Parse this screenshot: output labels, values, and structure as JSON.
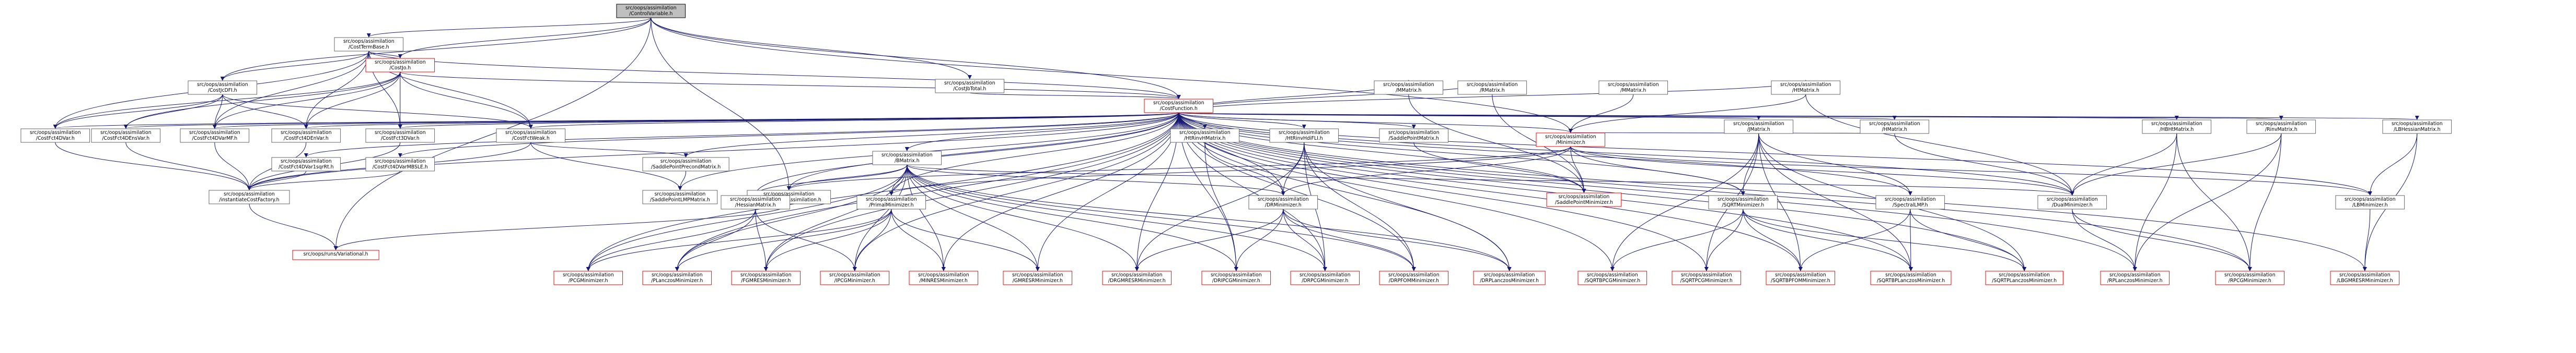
{
  "nodes": [
    {
      "id": "cv",
      "lines": [
        "src/oops/assimilation",
        "/ControlVariable.h"
      ],
      "focus": true
    },
    {
      "id": "ctb",
      "lines": [
        "src/oops/assimilation",
        "/CostTermBase.h"
      ]
    },
    {
      "id": "cj",
      "lines": [
        "src/oops/assimilation",
        "/CostJo.h"
      ],
      "red": true
    },
    {
      "id": "cjt",
      "lines": [
        "src/oops/assimilation",
        "/CostJbTotal.h"
      ]
    },
    {
      "id": "cjcf",
      "lines": [
        "src/oops/assimilation",
        "/CostJcDFI.h"
      ]
    },
    {
      "id": "cf",
      "lines": [
        "src/oops/assimilation",
        "/CostFunction.h"
      ],
      "red": true
    },
    {
      "id": "f4dv",
      "lines": [
        "src/oops/assimilation",
        "/CostFct4DVar.h"
      ]
    },
    {
      "id": "f4de",
      "lines": [
        "src/oops/assimilation",
        "/CostFct4DEnsVar.h"
      ]
    },
    {
      "id": "f4dvm",
      "lines": [
        "src/oops/assimilation",
        "/CostFct4DVarMF.h"
      ]
    },
    {
      "id": "f4db",
      "lines": [
        "src/oops/assimilation",
        "/CostFct4DEnVar.h"
      ]
    },
    {
      "id": "f3d",
      "lines": [
        "src/oops/assimilation",
        "/CostFct3DVar.h"
      ]
    },
    {
      "id": "fw",
      "lines": [
        "src/oops/assimilation",
        "/CostFctWeak.h"
      ]
    },
    {
      "id": "f4d1",
      "lines": [
        "src/oops/assimilation",
        "/CostFct4DVar1sqrRt.h"
      ]
    },
    {
      "id": "f4ddl",
      "lines": [
        "src/oops/assimilation",
        "/CostFct4DVarMBSLE.h"
      ]
    },
    {
      "id": "ifac",
      "lines": [
        "src/oops/assimilation",
        "/instantiateCostFactory.h"
      ]
    },
    {
      "id": "var",
      "lines": [
        "src/oops/runs/Variational.h"
      ],
      "red": true
    },
    {
      "id": "spcm",
      "lines": [
        "src/oops/assimilation",
        "/SaddlePointPrecondMatrix.h"
      ]
    },
    {
      "id": "splm",
      "lines": [
        "src/oops/assimilation",
        "/SaddlePointLMPMatrix.h"
      ]
    },
    {
      "id": "ia",
      "lines": [
        "src/oops/assimilation",
        "/IncrementalAssimilation.h"
      ]
    },
    {
      "id": "bm",
      "lines": [
        "src/oops/assimilation",
        "/BMatrix.h"
      ]
    },
    {
      "id": "hhm",
      "lines": [
        "src/oops/assimilation",
        "/HtRinvHMatrix.h"
      ]
    },
    {
      "id": "hfl",
      "lines": [
        "src/oops/assimilation",
        "/HtRinvHdiFLI.h"
      ]
    },
    {
      "id": "hm",
      "lines": [
        "src/oops/assimilation",
        "/HessianMatrix.h"
      ]
    },
    {
      "id": "pm",
      "lines": [
        "src/oops/assimilation",
        "/PrimalMinimizer.h"
      ]
    },
    {
      "id": "drm",
      "lines": [
        "src/oops/assimilation",
        "/DRMinimizer.h"
      ]
    },
    {
      "id": "spm",
      "lines": [
        "src/oops/assimilation",
        "/SaddlePointMatrix.h"
      ]
    },
    {
      "id": "mm",
      "lines": [
        "src/oops/assimilation",
        "/MMatrix.h"
      ]
    },
    {
      "id": "rm",
      "lines": [
        "src/oops/assimilation",
        "/RMatrix.h"
      ]
    },
    {
      "id": "min",
      "lines": [
        "src/oops/assimilation",
        "/Minimizer.h"
      ],
      "red": true
    },
    {
      "id": "spmin",
      "lines": [
        "src/oops/assimilation",
        "/SaddlePointMinimizer.h"
      ],
      "red": true
    },
    {
      "id": "mtx",
      "lines": [
        "src/oops/assimilation",
        "/MMatrix.h"
      ]
    },
    {
      "id": "jm",
      "lines": [
        "src/oops/assimilation",
        "/JMatrix.h"
      ]
    },
    {
      "id": "hmx",
      "lines": [
        "src/oops/assimilation",
        "/HMatrix.h"
      ]
    },
    {
      "id": "htm",
      "lines": [
        "src/oops/assimilation",
        "/HtMatrix.h"
      ]
    },
    {
      "id": "sqm",
      "lines": [
        "src/oops/assimilation",
        "/SQRTMinimizer.h"
      ]
    },
    {
      "id": "slm",
      "lines": [
        "src/oops/assimilation",
        "/SpectralLMP.h"
      ]
    },
    {
      "id": "dm",
      "lines": [
        "src/oops/assimilation",
        "/DualMinimizer.h"
      ]
    },
    {
      "id": "hbh",
      "lines": [
        "src/oops/assimilation",
        "/HBHtMatrix.h"
      ]
    },
    {
      "id": "rinv",
      "lines": [
        "src/oops/assimilation",
        "/RinvMatrix.h"
      ]
    },
    {
      "id": "lbhm",
      "lines": [
        "src/oops/assimilation",
        "/LBHessianMatrix.h"
      ]
    },
    {
      "id": "lbm",
      "lines": [
        "src/oops/assimilation",
        "/LBMinimizer.h"
      ]
    },
    {
      "id": "pcg",
      "lines": [
        "src/oops/assimilation",
        "/PCGMinimizer.h"
      ],
      "red": true
    },
    {
      "id": "plz",
      "lines": [
        "src/oops/assimilation",
        "/PLanczosMinimizer.h"
      ],
      "red": true
    },
    {
      "id": "fgm",
      "lines": [
        "src/oops/assimilation",
        "/FGMRESMinimizer.h"
      ],
      "red": true
    },
    {
      "id": "ipcg",
      "lines": [
        "src/oops/assimilation",
        "/IPCGMinimizer.h"
      ],
      "red": true
    },
    {
      "id": "minr",
      "lines": [
        "src/oops/assimilation",
        "/MINRESMinimizer.h"
      ],
      "red": true
    },
    {
      "id": "gmr",
      "lines": [
        "src/oops/assimilation",
        "/GMRESRMinimizer.h"
      ],
      "red": true
    },
    {
      "id": "drg",
      "lines": [
        "src/oops/assimilation",
        "/DRGMRESRMinimizer.h"
      ],
      "red": true
    },
    {
      "id": "dripcg",
      "lines": [
        "src/oops/assimilation",
        "/DRIPCGMinimizer.h"
      ],
      "red": true
    },
    {
      "id": "drpcg",
      "lines": [
        "src/oops/assimilation",
        "/DRPCGMinimizer.h"
      ],
      "red": true
    },
    {
      "id": "drpfom",
      "lines": [
        "src/oops/assimilation",
        "/DRPFOMMinimizer.h"
      ],
      "red": true
    },
    {
      "id": "drplz",
      "lines": [
        "src/oops/assimilation",
        "/DRPLanczosMinimizer.h"
      ],
      "red": true
    },
    {
      "id": "sqtbcg",
      "lines": [
        "src/oops/assimilation",
        "/SQRTBPCGMinimizer.h"
      ],
      "red": true
    },
    {
      "id": "sqtpcg",
      "lines": [
        "src/oops/assimilation",
        "/SQRTPCGMinimizer.h"
      ],
      "red": true
    },
    {
      "id": "sqtfom",
      "lines": [
        "src/oops/assimilation",
        "/SQRTBPFOMMinimizer.h"
      ],
      "red": true
    },
    {
      "id": "sqtlz",
      "lines": [
        "src/oops/assimilation",
        "/SQRTBPLanczosMinimizer.h"
      ],
      "red": true
    },
    {
      "id": "sqplz",
      "lines": [
        "src/oops/assimilation",
        "/SQRTPLanczosMinimizer.h"
      ],
      "red": true
    },
    {
      "id": "rpl",
      "lines": [
        "src/oops/assimilation",
        "/RPLanczosMinimizer.h"
      ],
      "red": true
    },
    {
      "id": "rpcg",
      "lines": [
        "src/oops/assimilation",
        "/RPCGMinimizer.h"
      ],
      "red": true
    },
    {
      "id": "lbg",
      "lines": [
        "src/oops/assimilation",
        "/LBGMRESRMinimizer.h"
      ],
      "red": true
    }
  ]
}
